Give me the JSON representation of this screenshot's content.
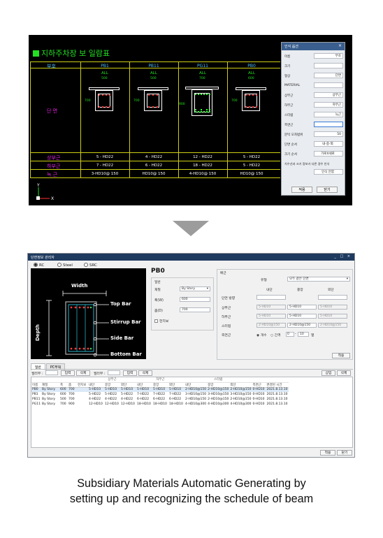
{
  "cad": {
    "title": "지하주차장 보 일람표",
    "row_labels": {
      "header": "부호",
      "section": "단 면",
      "top": "상부근",
      "bottom": "하부근",
      "stirrup": "늑 근"
    },
    "columns": [
      {
        "name": "PB1",
        "pos": "ALL",
        "width": "500",
        "depth": "700",
        "top": "5 - HD22",
        "bottom": "7 - HD22",
        "stirrup": "3-HD10@ 150"
      },
      {
        "name": "PB11",
        "pos": "ALL",
        "width": "500",
        "depth": "700",
        "top": "4 - HD22",
        "bottom": "6 - HD22",
        "stirrup": "HD10@ 150"
      },
      {
        "name": "PG11",
        "pos": "ALL",
        "width": "700",
        "depth": "900",
        "top": "12 - HD22",
        "bottom": "18 - HD22",
        "stirrup": "4-HD10@ 150"
      },
      {
        "name": "PB0",
        "pos": "ALL",
        "width": "600",
        "depth": "700",
        "top": "5 - HD22",
        "bottom": "5 - HD22",
        "stirrup": "HD10@ 150"
      }
    ],
    "dialog": {
      "title": "인식 옵션",
      "fields": [
        {
          "label": "이름",
          "value": "부호"
        },
        {
          "label": "크기",
          "value": ""
        },
        {
          "label": "형상",
          "value": "단면"
        },
        {
          "label": "MATERIAL",
          "value": ""
        },
        {
          "label": "상부근",
          "value": "상부근"
        },
        {
          "label": "하부근",
          "value": "하부근"
        },
        {
          "label": "스터럽",
          "value": "늑근"
        },
        {
          "label": "측면근",
          "value": ""
        },
        {
          "label": "문턱 오차범위",
          "value": "50"
        },
        {
          "label": "단면 순서",
          "value": "내-중-외"
        },
        {
          "label": "크기 순서",
          "value": "가로X세로"
        },
        {
          "label": "치수선과 크기 정보가 다른 경우 인식",
          "value": ""
        },
        {
          "label": "",
          "value": "인식 안함"
        }
      ],
      "ok": "적용",
      "close": "닫기"
    }
  },
  "app": {
    "title": "단면정보 관리자",
    "window_controls": "_ □ ×",
    "radios": [
      {
        "label": "RC",
        "selected": true
      },
      {
        "label": "Steel",
        "selected": false
      },
      {
        "label": "SRC",
        "selected": false
      }
    ],
    "section_labels": {
      "width": "Width",
      "depth": "Depth",
      "top": "Top Bar",
      "stirrup": "Stirrup Bar",
      "side": "Side Bar",
      "bottom": "Bottom Bar"
    },
    "member_name": "PB0",
    "general": {
      "group": "일반",
      "material_label": "재질",
      "material_value": "By Story",
      "width_label": "폭(W)",
      "width_value": "600",
      "depth_label": "춤(D)",
      "depth_value": "700",
      "haunch_label": "헌치보"
    },
    "rebar": {
      "group": "배근",
      "type_label": "유형",
      "type_value": "모두 같은 단면",
      "pos_headers": [
        "내단",
        "중앙",
        "외단"
      ],
      "direction_label": "단면 방향",
      "top_label": "상부근",
      "top_values": [
        "5-HD10",
        "5-HD10",
        "5-HD10"
      ],
      "bottom_label": "하부근",
      "bottom_values": [
        "5-HD10",
        "5-HD10",
        "5-HD10"
      ],
      "stirrup_label": "스터럽",
      "stirrup_values": [
        "2-HD10@150",
        "2-HD10@150",
        "2-HD10@150"
      ],
      "side_label": "측면근",
      "side_count": "개수",
      "side_spacing": "간격",
      "side_n": "0",
      "side_s": "10",
      "side_unit": "열"
    },
    "apply": "적용",
    "tabs": [
      "일반",
      "PC부재"
    ],
    "toolbar": {
      "filter1_label": "필터부 :",
      "input": "입력",
      "delete": "삭제",
      "filter2_label": "필터부 :",
      "add": "삽입",
      "remove": "삭제"
    },
    "grid": {
      "group_headers": [
        "상부근",
        "하부근",
        "스터럽"
      ],
      "columns": [
        "이름",
        "재질",
        "폭",
        "춤",
        "헌치보",
        "내단",
        "중앙",
        "외단",
        "내단",
        "중앙",
        "외단",
        "내단",
        "중앙",
        "외단",
        "측면근",
        "변경된 시간"
      ],
      "rows": [
        [
          "PB0",
          "By Story",
          "600",
          "700",
          "",
          "5-HD10",
          "5-HD10",
          "5-HD10",
          "5-HD10",
          "5-HD10",
          "5-HD10",
          "2-HD10@150",
          "2-HD10@150",
          "2-HD10@150",
          "0-HD10",
          "2021.8.13.10"
        ],
        [
          "PB1",
          "By Story",
          "600",
          "700",
          "",
          "5-HD22",
          "5-HD22",
          "5-HD22",
          "7-HD22",
          "7-HD22",
          "7-HD22",
          "3-HD10@150",
          "3-HD10@150",
          "3-HD10@150",
          "0-HD10",
          "2021.8.13.10"
        ],
        [
          "PB11",
          "By Story",
          "500",
          "700",
          "",
          "4-HD22",
          "4-HD22",
          "4-HD22",
          "6-HD22",
          "6-HD22",
          "6-HD22",
          "2-HD10@150",
          "2-HD10@150",
          "2-HD10@150",
          "0-HD10",
          "2021.8.13.10"
        ],
        [
          "PG11",
          "By Story",
          "700",
          "900",
          "",
          "12-HD10",
          "12-HD10",
          "12-HD10",
          "18-HD10",
          "18-HD10",
          "18-HD10",
          "4-HD10@300",
          "4-HD10@300",
          "4-HD10@300",
          "0-HD10",
          "2021.8.13.10"
        ]
      ]
    },
    "footer": {
      "apply": "적용",
      "close": "닫기"
    }
  },
  "caption": {
    "line1": "Subsidiary Materials Automatic Generating by",
    "line2": "setting up and recognizing the schedule of beam"
  }
}
